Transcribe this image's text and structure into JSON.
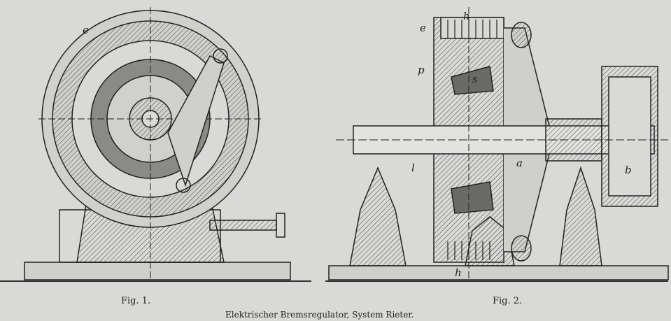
{
  "figures": [
    {
      "label": "Fig. 1.",
      "part_letters": [
        "e"
      ]
    },
    {
      "label": "Fig. 2.",
      "part_letters": [
        "h",
        "e",
        "p",
        "s",
        "l",
        "a",
        "h",
        "b"
      ]
    }
  ],
  "caption": "Elektrischer Bremsregulator, System Rieter.",
  "colors": {
    "paper": "#d9d9d7",
    "ink": "#222222"
  }
}
